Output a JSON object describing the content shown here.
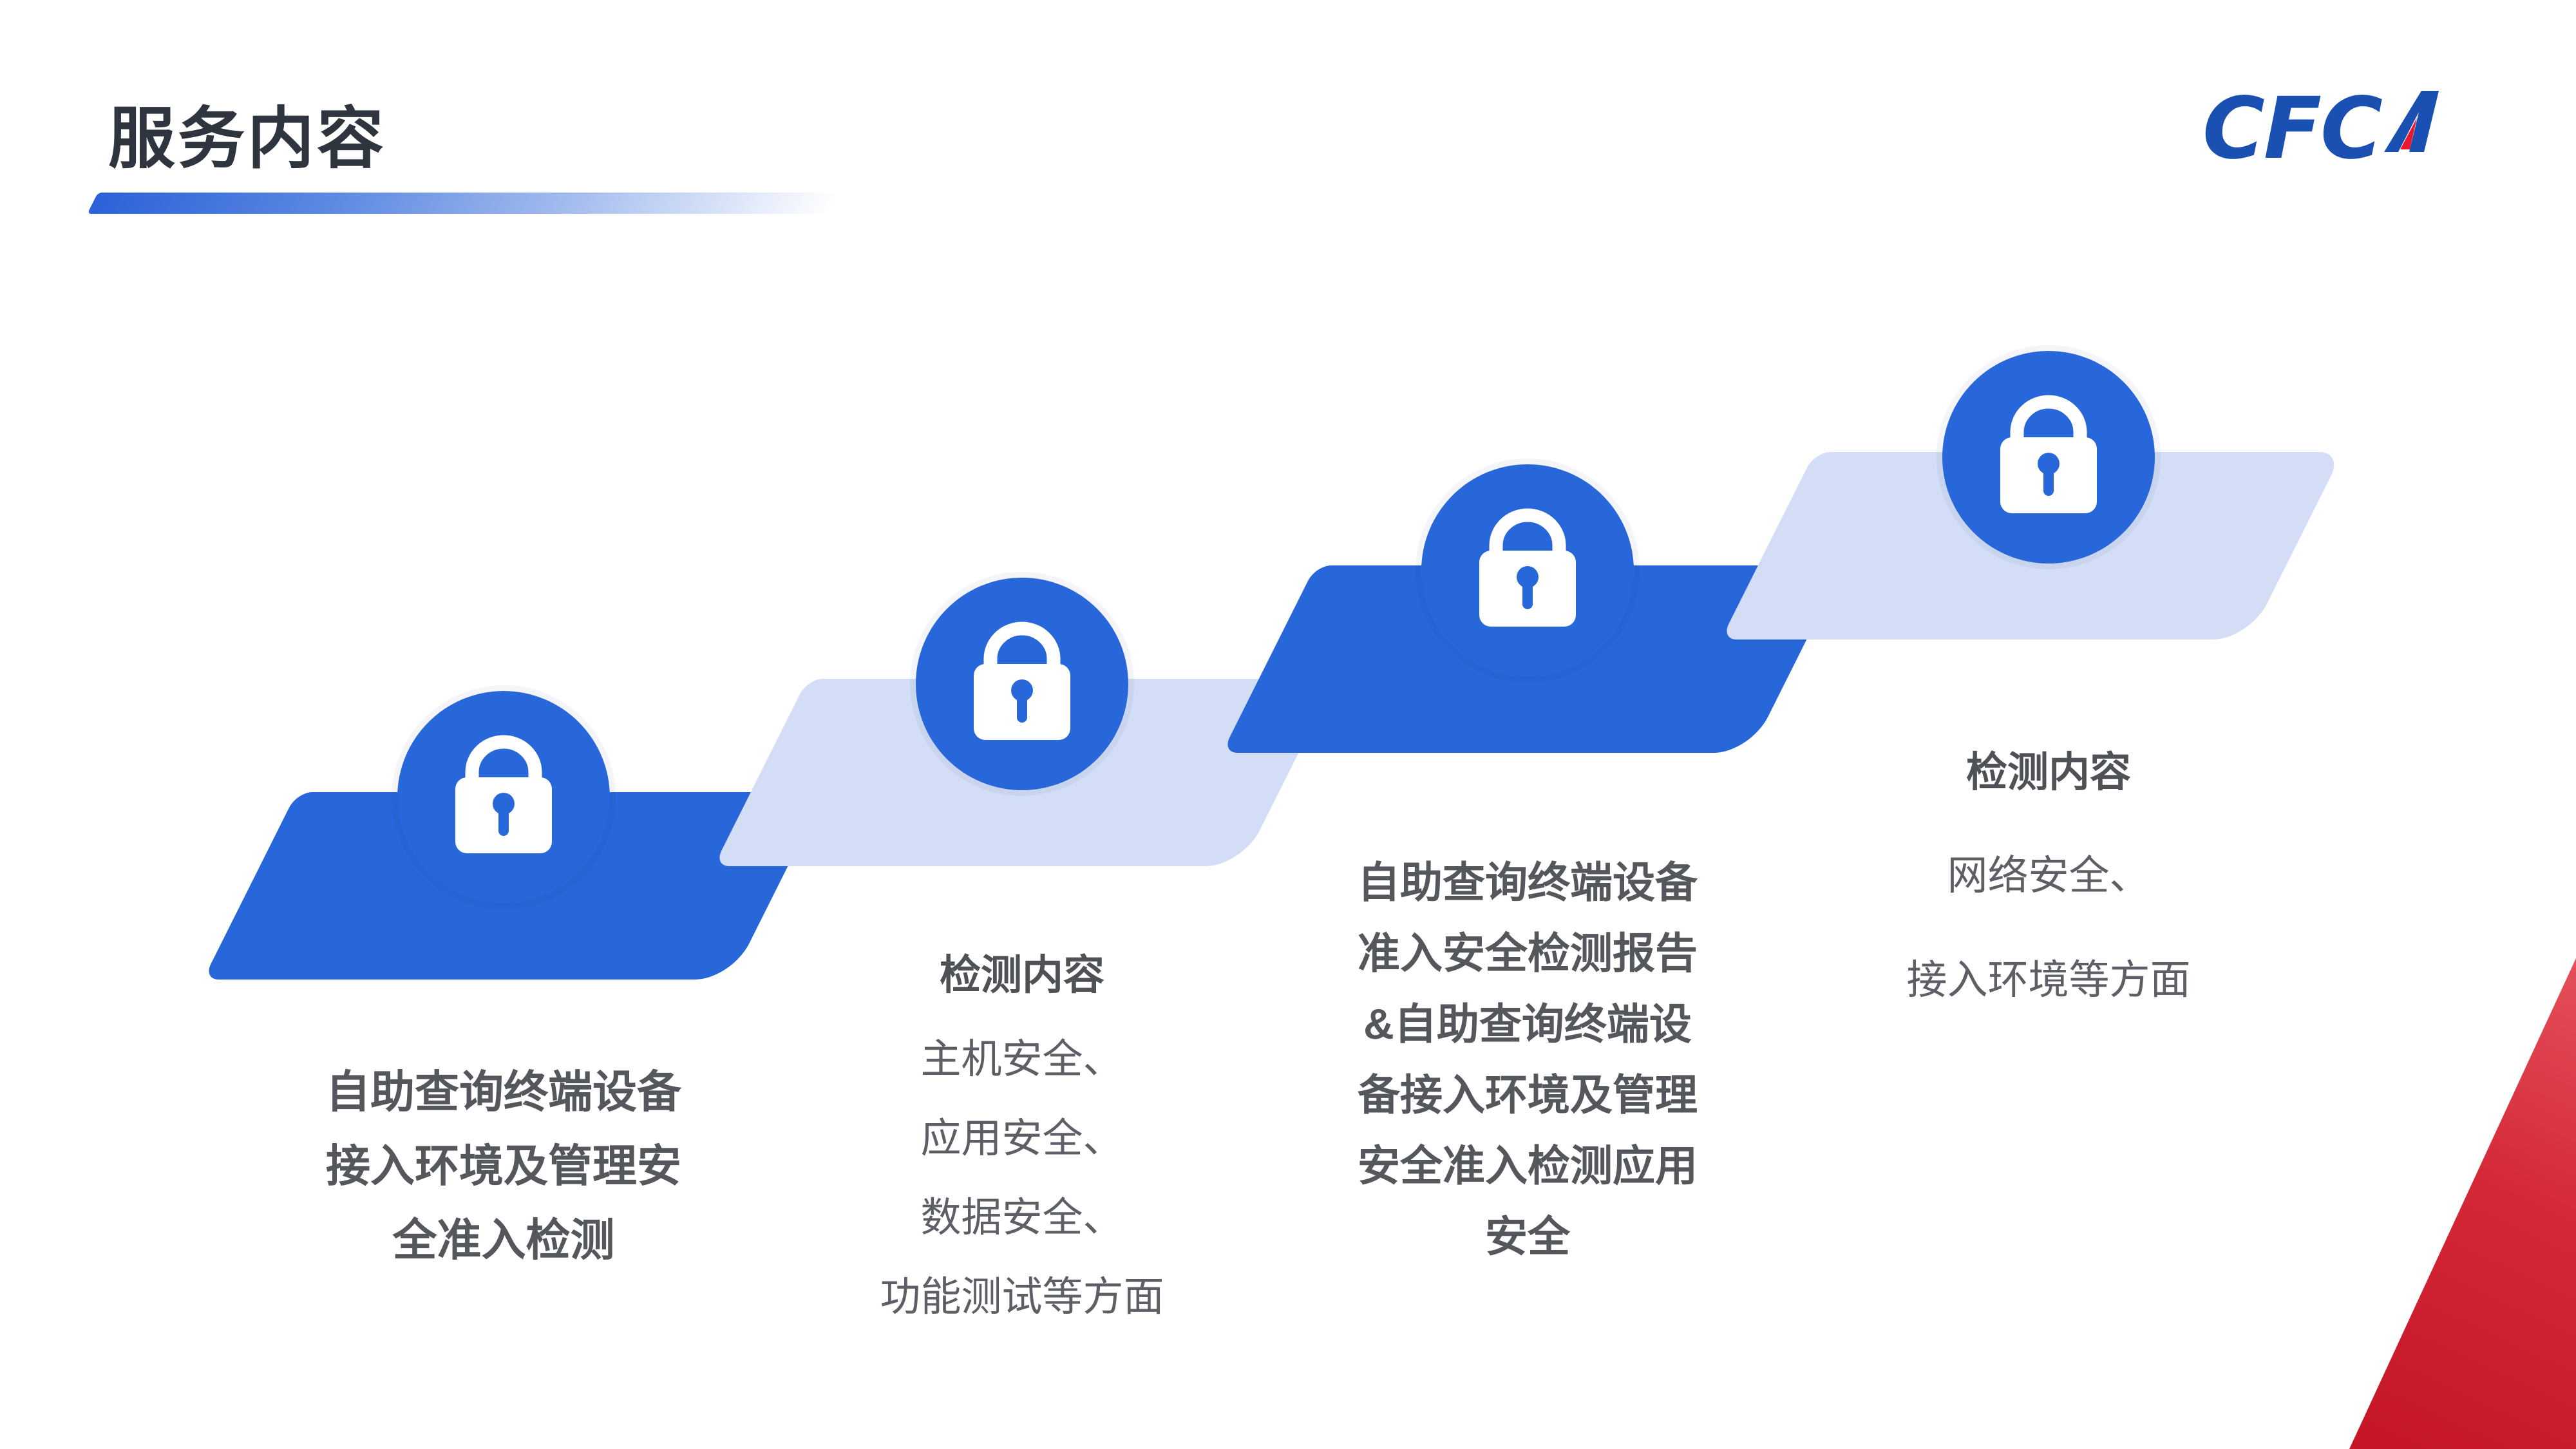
{
  "slide": {
    "title": "服务内容",
    "logo": {
      "cfc": "CFC",
      "a": "A"
    }
  },
  "steps": [
    {
      "tone": "dark",
      "icon": "lock",
      "lines": [
        "自助查询终端设备",
        "接入环境及管理安",
        "全准入检测"
      ]
    },
    {
      "tone": "light",
      "icon": "lock",
      "heading": "检测内容",
      "lines": [
        "主机安全、",
        "应用安全、",
        "数据安全、",
        "功能测试等方面"
      ]
    },
    {
      "tone": "dark",
      "icon": "lock",
      "lines": [
        "自助查询终端设备",
        "准入安全检测报告",
        "&自助查询终端设",
        "备接入环境及管理",
        "安全准入检测应用",
        "安全"
      ]
    },
    {
      "tone": "light",
      "icon": "lock",
      "heading": "检测内容",
      "lines": [
        "网络安全、",
        "接入环境等方面"
      ]
    }
  ],
  "colors": {
    "step_dark_blue": "#2767d9",
    "step_light_blue": "#d3def6",
    "logo_blue": "#1b50b3",
    "logo_red": "#e8192c",
    "corner_red": "#d42837",
    "title_gray": "#2f353e",
    "body_text_gray": "#5c6066"
  }
}
